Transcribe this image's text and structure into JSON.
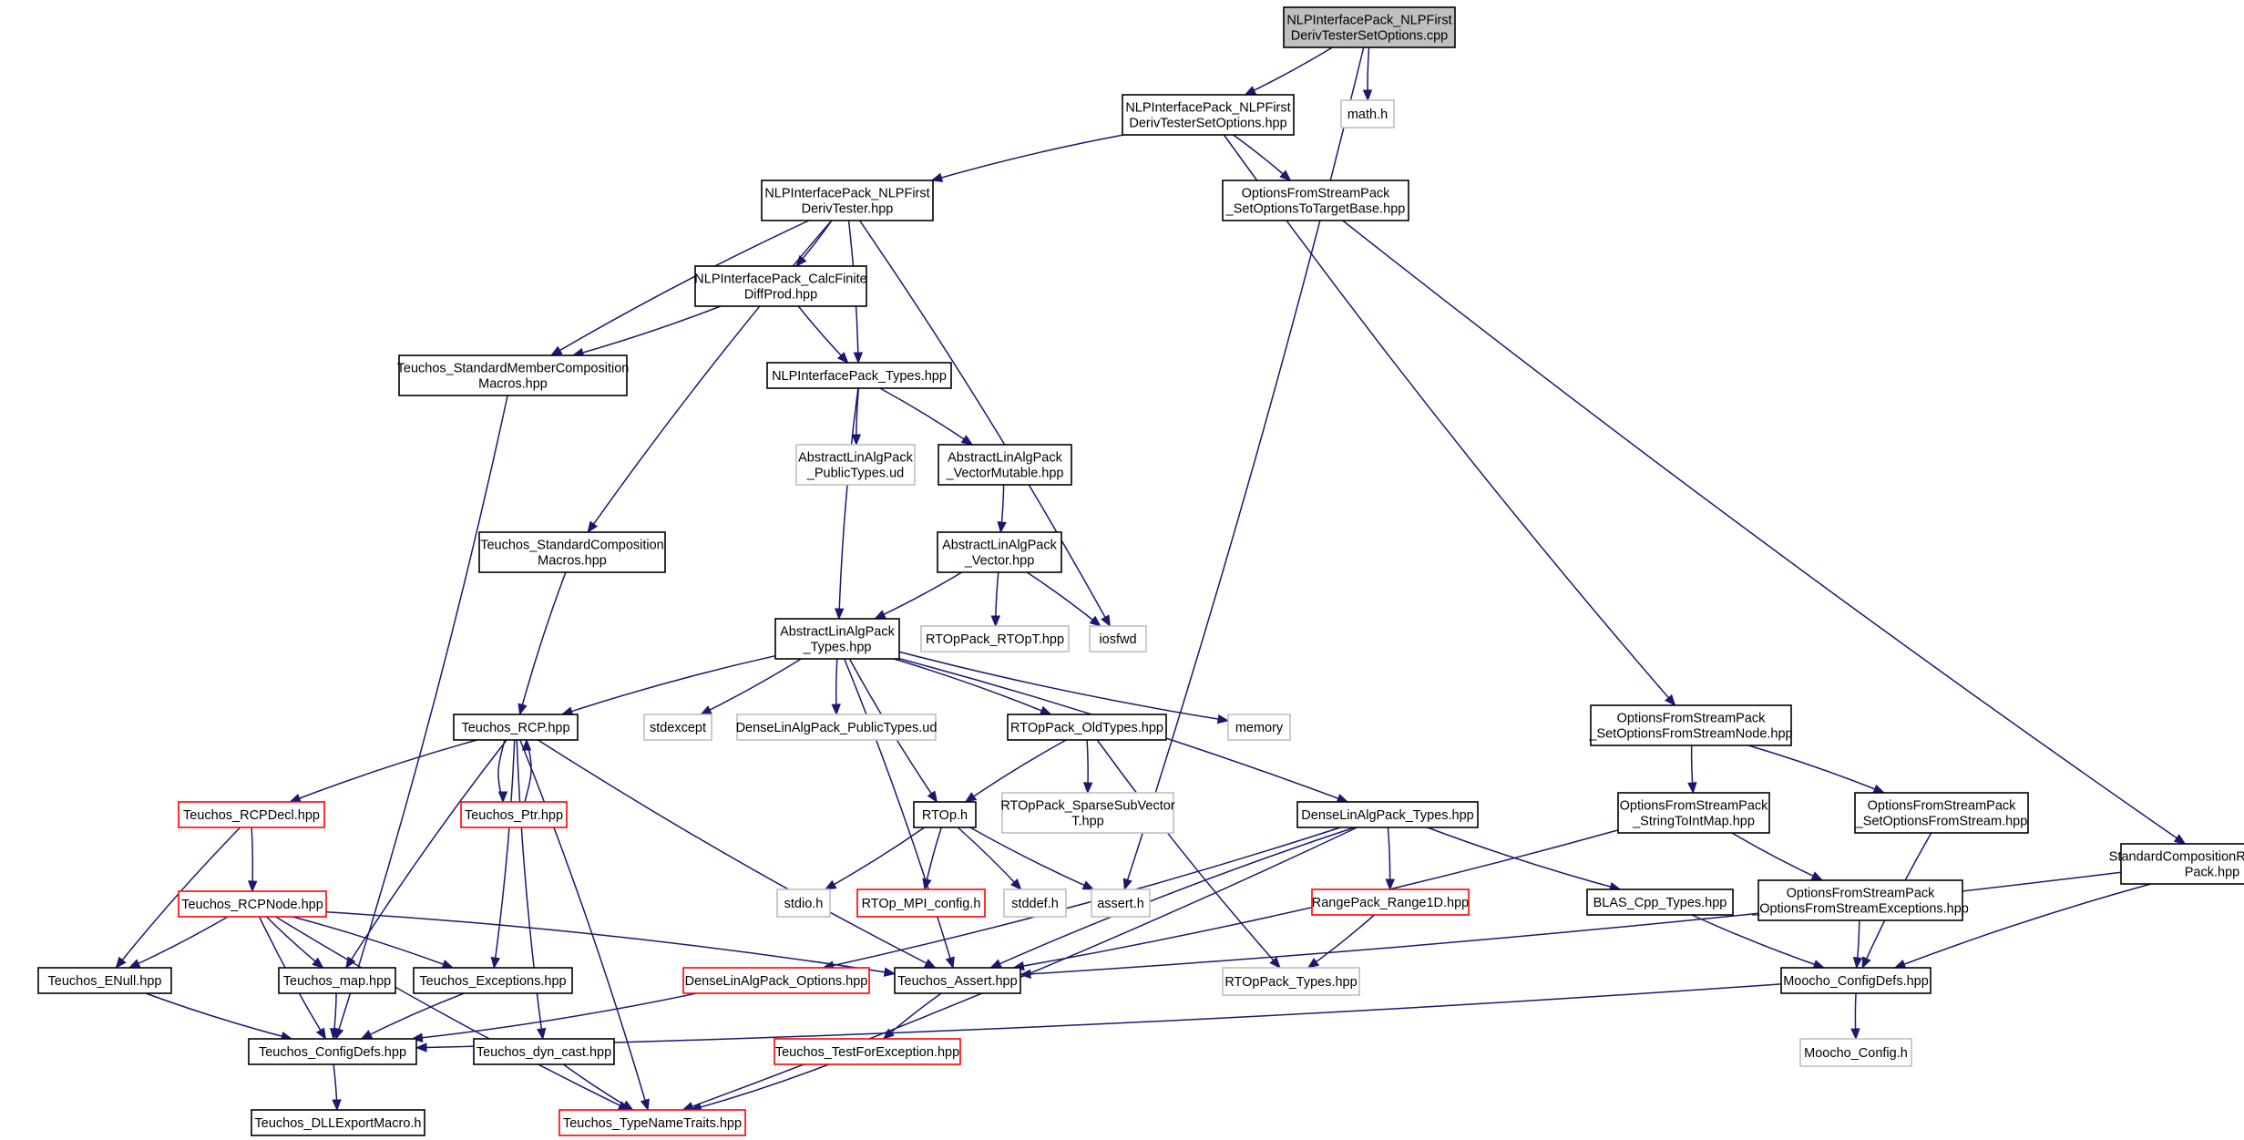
{
  "colors": {
    "edge": "#191970",
    "border_documented": "#000000",
    "border_undocumented": "#ff0000",
    "border_external": "#bfbfbf",
    "fill_root": "#bfbfbf",
    "fill_normal": "#ffffff"
  },
  "nodes": [
    {
      "id": "root",
      "lines": [
        "NLPInterfacePack_NLPFirst",
        "DerivTesterSetOptions.cpp"
      ],
      "kind": "root"
    },
    {
      "id": "setopts_hpp",
      "lines": [
        "NLPInterfacePack_NLPFirst",
        "DerivTesterSetOptions.hpp"
      ],
      "kind": "normal"
    },
    {
      "id": "math_h",
      "lines": [
        "math.h"
      ],
      "kind": "external"
    },
    {
      "id": "firstderiv_hpp",
      "lines": [
        "NLPInterfacePack_NLPFirst",
        "DerivTester.hpp"
      ],
      "kind": "normal"
    },
    {
      "id": "ofsp_target",
      "lines": [
        "OptionsFromStreamPack",
        "_SetOptionsToTargetBase.hpp"
      ],
      "kind": "normal"
    },
    {
      "id": "calcfinite",
      "lines": [
        "NLPInterfacePack_CalcFinite",
        "DiffProd.hpp"
      ],
      "kind": "normal"
    },
    {
      "id": "stdmember",
      "lines": [
        "Teuchos_StandardMemberComposition",
        "Macros.hpp"
      ],
      "kind": "normal"
    },
    {
      "id": "nlp_types",
      "lines": [
        "NLPInterfacePack_Types.hpp"
      ],
      "kind": "normal"
    },
    {
      "id": "ala_pub",
      "lines": [
        "AbstractLinAlgPack",
        "_PublicTypes.ud"
      ],
      "kind": "external"
    },
    {
      "id": "ala_vecmut",
      "lines": [
        "AbstractLinAlgPack",
        "_VectorMutable.hpp"
      ],
      "kind": "normal"
    },
    {
      "id": "stdcomp",
      "lines": [
        "Teuchos_StandardComposition",
        "Macros.hpp"
      ],
      "kind": "normal"
    },
    {
      "id": "ala_vec",
      "lines": [
        "AbstractLinAlgPack",
        "_Vector.hpp"
      ],
      "kind": "normal"
    },
    {
      "id": "ala_types",
      "lines": [
        "AbstractLinAlgPack",
        "_Types.hpp"
      ],
      "kind": "normal"
    },
    {
      "id": "rtop_rtopt",
      "lines": [
        "RTOpPack_RTOpT.hpp"
      ],
      "kind": "external"
    },
    {
      "id": "iosfwd",
      "lines": [
        "iosfwd"
      ],
      "kind": "external"
    },
    {
      "id": "ofsp_node",
      "lines": [
        "OptionsFromStreamPack",
        "_SetOptionsFromStreamNode.hpp"
      ],
      "kind": "normal"
    },
    {
      "id": "rcp",
      "lines": [
        "Teuchos_RCP.hpp"
      ],
      "kind": "normal"
    },
    {
      "id": "stdexcept",
      "lines": [
        "stdexcept"
      ],
      "kind": "external"
    },
    {
      "id": "dense_pub",
      "lines": [
        "DenseLinAlgPack_PublicTypes.ud"
      ],
      "kind": "external"
    },
    {
      "id": "rtop_old",
      "lines": [
        "RTOpPack_OldTypes.hpp"
      ],
      "kind": "normal"
    },
    {
      "id": "memory",
      "lines": [
        "memory"
      ],
      "kind": "external"
    },
    {
      "id": "rcpdecl",
      "lines": [
        "Teuchos_RCPDecl.hpp"
      ],
      "kind": "undocumented"
    },
    {
      "id": "ptr",
      "lines": [
        "Teuchos_Ptr.hpp"
      ],
      "kind": "undocumented"
    },
    {
      "id": "rtop_sub",
      "lines": [
        "RTOpPack_SparseSubVector",
        "T.hpp"
      ],
      "kind": "external"
    },
    {
      "id": "rtop_h",
      "lines": [
        "RTOp.h"
      ],
      "kind": "normal"
    },
    {
      "id": "dense_types",
      "lines": [
        "DenseLinAlgPack_Types.hpp"
      ],
      "kind": "normal"
    },
    {
      "id": "ofsp_s2i",
      "lines": [
        "OptionsFromStreamPack",
        "_StringToIntMap.hpp"
      ],
      "kind": "normal"
    },
    {
      "id": "ofsp_stream",
      "lines": [
        "OptionsFromStreamPack",
        "_SetOptionsFromStream.hpp"
      ],
      "kind": "normal"
    },
    {
      "id": "rcpnode",
      "lines": [
        "Teuchos_RCPNode.hpp"
      ],
      "kind": "undocumented"
    },
    {
      "id": "stdio",
      "lines": [
        "stdio.h"
      ],
      "kind": "external"
    },
    {
      "id": "rtop_mpi",
      "lines": [
        "RTOp_MPI_config.h"
      ],
      "kind": "undocumented"
    },
    {
      "id": "stddef",
      "lines": [
        "stddef.h"
      ],
      "kind": "external"
    },
    {
      "id": "assert_h",
      "lines": [
        "assert.h"
      ],
      "kind": "external"
    },
    {
      "id": "range1d",
      "lines": [
        "RangePack_Range1D.hpp"
      ],
      "kind": "undocumented"
    },
    {
      "id": "blas",
      "lines": [
        "BLAS_Cpp_Types.hpp"
      ],
      "kind": "normal"
    },
    {
      "id": "ofsp_exc",
      "lines": [
        "OptionsFromStreamPack",
        "_OptionsFromStreamExceptions.hpp"
      ],
      "kind": "normal"
    },
    {
      "id": "stdcomprel",
      "lines": [
        "StandardCompositionRelationships",
        "Pack.hpp"
      ],
      "kind": "normal"
    },
    {
      "id": "enull",
      "lines": [
        "Teuchos_ENull.hpp"
      ],
      "kind": "normal"
    },
    {
      "id": "map",
      "lines": [
        "Teuchos_map.hpp"
      ],
      "kind": "normal"
    },
    {
      "id": "exceptions",
      "lines": [
        "Teuchos_Exceptions.hpp"
      ],
      "kind": "normal"
    },
    {
      "id": "dense_opts",
      "lines": [
        "DenseLinAlgPack_Options.hpp"
      ],
      "kind": "undocumented"
    },
    {
      "id": "assert_hpp",
      "lines": [
        "Teuchos_Assert.hpp"
      ],
      "kind": "normal"
    },
    {
      "id": "rtop_types",
      "lines": [
        "RTOpPack_Types.hpp"
      ],
      "kind": "external"
    },
    {
      "id": "moocho_cfgdefs",
      "lines": [
        "Moocho_ConfigDefs.hpp"
      ],
      "kind": "normal"
    },
    {
      "id": "configdefs",
      "lines": [
        "Teuchos_ConfigDefs.hpp"
      ],
      "kind": "normal"
    },
    {
      "id": "dyncast",
      "lines": [
        "Teuchos_dyn_cast.hpp"
      ],
      "kind": "normal"
    },
    {
      "id": "testforexc",
      "lines": [
        "Teuchos_TestForException.hpp"
      ],
      "kind": "undocumented"
    },
    {
      "id": "moocho_config",
      "lines": [
        "Moocho_Config.h"
      ],
      "kind": "external"
    },
    {
      "id": "dllexport",
      "lines": [
        "Teuchos_DLLExportMacro.h"
      ],
      "kind": "normal"
    },
    {
      "id": "typename",
      "lines": [
        "Teuchos_TypeNameTraits.hpp"
      ],
      "kind": "undocumented"
    }
  ],
  "edges": [
    [
      "root",
      "setopts_hpp"
    ],
    [
      "root",
      "math_h"
    ],
    [
      "root",
      "assert_h"
    ],
    [
      "setopts_hpp",
      "firstderiv_hpp"
    ],
    [
      "setopts_hpp",
      "ofsp_target"
    ],
    [
      "setopts_hpp",
      "ofsp_node"
    ],
    [
      "firstderiv_hpp",
      "calcfinite"
    ],
    [
      "firstderiv_hpp",
      "stdmember"
    ],
    [
      "firstderiv_hpp",
      "nlp_types"
    ],
    [
      "firstderiv_hpp",
      "stdcomp"
    ],
    [
      "firstderiv_hpp",
      "iosfwd"
    ],
    [
      "ofsp_target",
      "stdcomprel"
    ],
    [
      "calcfinite",
      "stdmember"
    ],
    [
      "calcfinite",
      "nlp_types"
    ],
    [
      "stdmember",
      "configdefs"
    ],
    [
      "nlp_types",
      "ala_pub"
    ],
    [
      "nlp_types",
      "ala_vecmut"
    ],
    [
      "nlp_types",
      "ala_types"
    ],
    [
      "ala_vecmut",
      "ala_vec"
    ],
    [
      "stdcomp",
      "rcp"
    ],
    [
      "ala_vec",
      "ala_types"
    ],
    [
      "ala_vec",
      "rtop_rtopt"
    ],
    [
      "ala_vec",
      "iosfwd"
    ],
    [
      "ala_types",
      "rcp"
    ],
    [
      "ala_types",
      "stdexcept"
    ],
    [
      "ala_types",
      "dense_pub"
    ],
    [
      "ala_types",
      "rtop_old"
    ],
    [
      "ala_types",
      "memory"
    ],
    [
      "ala_types",
      "dense_types"
    ],
    [
      "ala_types",
      "rtop_h"
    ],
    [
      "ala_types",
      "assert_hpp"
    ],
    [
      "ofsp_node",
      "ofsp_s2i"
    ],
    [
      "ofsp_node",
      "ofsp_stream"
    ],
    [
      "rcp",
      "rcpdecl"
    ],
    [
      "rcp",
      "ptr"
    ],
    [
      "rcp",
      "map"
    ],
    [
      "rcp",
      "exceptions"
    ],
    [
      "rcp",
      "dyncast"
    ],
    [
      "rcp",
      "typename"
    ],
    [
      "rcp",
      "assert_hpp"
    ],
    [
      "ptr",
      "rcp"
    ],
    [
      "rtop_old",
      "rtop_h"
    ],
    [
      "rtop_old",
      "rtop_sub"
    ],
    [
      "rtop_old",
      "rtop_types"
    ],
    [
      "rcpdecl",
      "rcpnode"
    ],
    [
      "rcpdecl",
      "enull"
    ],
    [
      "rtop_h",
      "stdio"
    ],
    [
      "rtop_h",
      "rtop_mpi"
    ],
    [
      "rtop_h",
      "stddef"
    ],
    [
      "rtop_h",
      "assert_h"
    ],
    [
      "dense_types",
      "range1d"
    ],
    [
      "dense_types",
      "blas"
    ],
    [
      "dense_types",
      "dense_opts"
    ],
    [
      "dense_types",
      "assert_hpp"
    ],
    [
      "dense_types",
      "typename"
    ],
    [
      "ofsp_s2i",
      "ofsp_exc"
    ],
    [
      "ofsp_s2i",
      "assert_hpp"
    ],
    [
      "ofsp_stream",
      "moocho_cfgdefs"
    ],
    [
      "rcpnode",
      "enull"
    ],
    [
      "rcpnode",
      "map"
    ],
    [
      "rcpnode",
      "exceptions"
    ],
    [
      "rcpnode",
      "configdefs"
    ],
    [
      "rcpnode",
      "assert_hpp"
    ],
    [
      "rcpnode",
      "typename"
    ],
    [
      "range1d",
      "rtop_types"
    ],
    [
      "blas",
      "moocho_cfgdefs"
    ],
    [
      "ofsp_exc",
      "moocho_cfgdefs"
    ],
    [
      "stdcomprel",
      "moocho_cfgdefs"
    ],
    [
      "stdcomprel",
      "assert_hpp"
    ],
    [
      "enull",
      "configdefs"
    ],
    [
      "map",
      "configdefs"
    ],
    [
      "exceptions",
      "configdefs"
    ],
    [
      "dense_opts",
      "configdefs"
    ],
    [
      "assert_hpp",
      "testforexc"
    ],
    [
      "moocho_cfgdefs",
      "configdefs"
    ],
    [
      "moocho_cfgdefs",
      "moocho_config"
    ],
    [
      "configdefs",
      "dllexport"
    ],
    [
      "dyncast",
      "typename"
    ],
    [
      "testforexc",
      "typename"
    ]
  ]
}
